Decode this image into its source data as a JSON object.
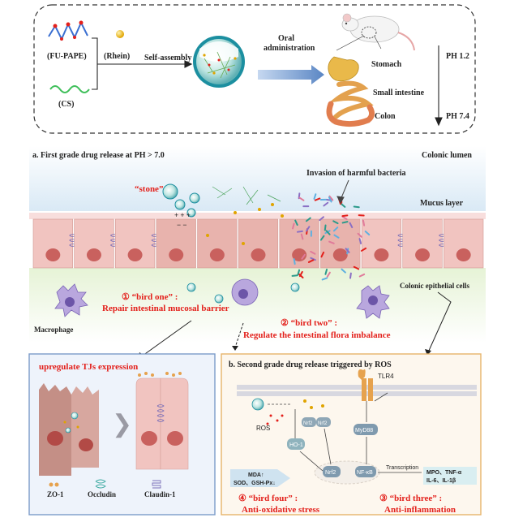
{
  "top": {
    "fu_pape": "(FU-PAPE)",
    "rhein": "(Rhein)",
    "cs": "(CS)",
    "self_assembly": "Self-assembly",
    "oral_1": "Oral",
    "oral_2": "administration",
    "stomach": "Stomach",
    "small_intestine": "Small intestine",
    "colon": "Colon",
    "ph_stomach": "PH  1.2",
    "ph_colon": "PH  7.4"
  },
  "middle": {
    "section_a": "a. First grade drug release at PH > 7.0",
    "colonic_lumen": "Colonic lumen",
    "stone": "“stone”",
    "invasion": "Invasion of harmful bacteria",
    "mucus": "Mucus layer",
    "charges": "+  +  +",
    "neg_charges": "− −",
    "epithelial": "Colonic epithelial cells",
    "bird_one_1": "① “bird one” :",
    "bird_one_2": "Repair intestinal mucosal barrier",
    "bird_two_1": "② “bird two” :",
    "bird_two_2": "Regulate the intestinal flora imbalance",
    "macrophage": "Macrophage"
  },
  "left_panel": {
    "title": "upregulate TJs expression",
    "zo1": "ZO-1",
    "occludin": "Occludin",
    "claudin": "Claudin-1"
  },
  "right_panel": {
    "title": "b. Second grade drug release triggered by ROS",
    "tlr4": "TLR4",
    "ros": "ROS",
    "nrf2_a": "Nrf2",
    "nrf2_b": "Nrf2",
    "ho1": "HO-1",
    "myd88": "MyD88",
    "nrf2_c": "Nrf2",
    "nfkb": "NF-κB",
    "mda": "MDA↑",
    "sod": "SOD、GSH-Px↓",
    "transcription": "Transcription",
    "mpo": "MPO、TNF-α",
    "il": "IL-6、IL-1β",
    "bird_four_1": "④ “bird four” :",
    "bird_four_2": "Anti-oxidative stress",
    "bird_three_1": "③ “bird three” :",
    "bird_three_2": "Anti-inflammation"
  },
  "colors": {
    "red": "#e3201b",
    "cell": "#f1c4c0",
    "nucleus": "#c9615e",
    "panel_left_border": "#7b9bc9",
    "panel_right_border": "#e6b36a"
  }
}
